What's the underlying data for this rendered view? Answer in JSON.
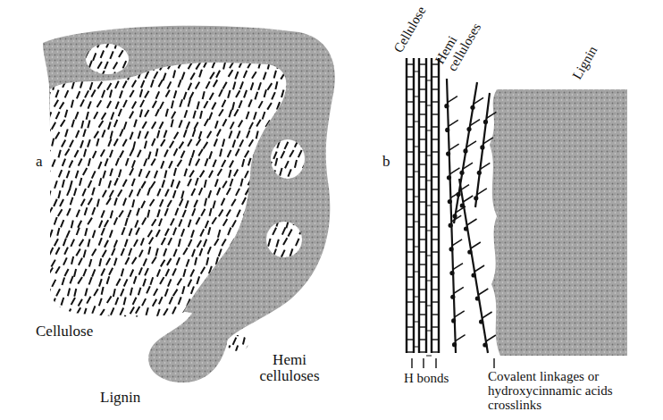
{
  "diagram": {
    "labels": [
      "a",
      "Cellulose",
      "Lignin",
      "Hemi celluloses",
      "b",
      "Cellulose",
      "Hemi celluloses",
      "Lignin",
      "H bonds",
      "Covalent linkages or hydroxycinnamic acids crosslinks"
    ]
  }
}
